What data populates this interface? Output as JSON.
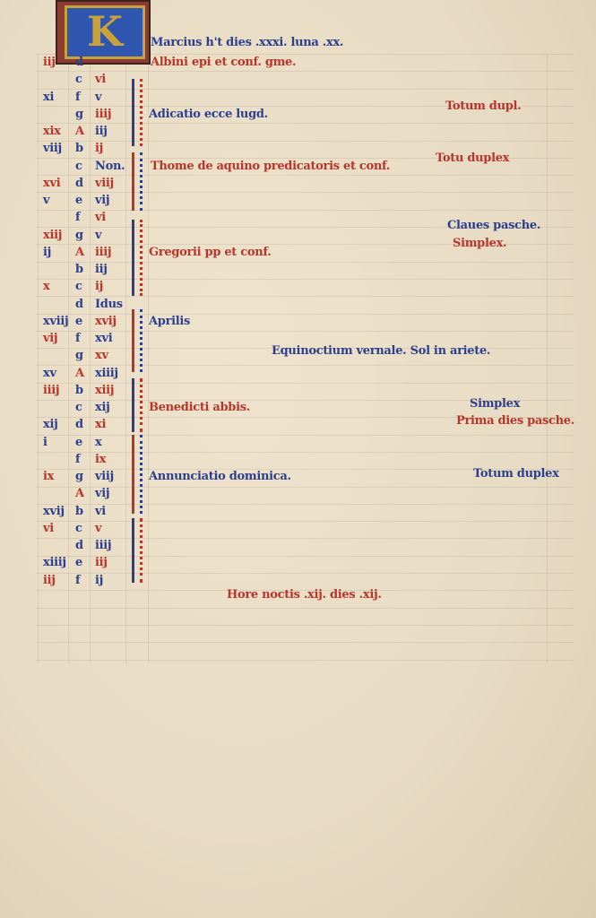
{
  "colors": {
    "red": "#b8352a",
    "blue": "#2c3f8f",
    "parchment": "#e9dcc5"
  },
  "initial": {
    "letter": "K"
  },
  "header": {
    "month_line": "Marcius h't dies .xxxi. luna .xx.",
    "kalends_feast": "Albini epi et conf. gme."
  },
  "rows": [
    {
      "golden": "iij",
      "gc": "red",
      "letter": "d",
      "day": "",
      "dc": "blue",
      "feast": "",
      "fc": "red"
    },
    {
      "golden": "",
      "gc": "blue",
      "letter": "c",
      "day": "vi",
      "dc": "red",
      "feast": "",
      "fc": "blue"
    },
    {
      "golden": "xi",
      "gc": "blue",
      "letter": "f",
      "day": "v",
      "dc": "blue",
      "feast": "",
      "fc": "blue"
    },
    {
      "golden": "",
      "gc": "blue",
      "letter": "g",
      "day": "iiij",
      "dc": "red",
      "feast": "Adicatio ecce lugd.",
      "fc": "blue"
    },
    {
      "golden": "xix",
      "gc": "red",
      "letter": "A",
      "day": "iij",
      "dc": "blue",
      "feast": "",
      "fc": "blue"
    },
    {
      "golden": "viij",
      "gc": "blue",
      "letter": "b",
      "day": "ij",
      "dc": "red",
      "feast": "",
      "fc": "blue"
    },
    {
      "golden": "",
      "gc": "blue",
      "letter": "c",
      "day": "Non.",
      "dc": "blue",
      "feast": "Thome de aquino predicatoris et conf.",
      "fc": "red"
    },
    {
      "golden": "xvi",
      "gc": "red",
      "letter": "d",
      "day": "viij",
      "dc": "red",
      "feast": "",
      "fc": "blue"
    },
    {
      "golden": "v",
      "gc": "blue",
      "letter": "e",
      "day": "vij",
      "dc": "blue",
      "feast": "",
      "fc": "blue"
    },
    {
      "golden": "",
      "gc": "blue",
      "letter": "f",
      "day": "vi",
      "dc": "red",
      "feast": "",
      "fc": "blue"
    },
    {
      "golden": "xiij",
      "gc": "red",
      "letter": "g",
      "day": "v",
      "dc": "blue",
      "feast": "",
      "fc": "blue"
    },
    {
      "golden": "ij",
      "gc": "blue",
      "letter": "A",
      "day": "iiij",
      "dc": "red",
      "feast": "Gregorii pp et conf.",
      "fc": "red"
    },
    {
      "golden": "",
      "gc": "blue",
      "letter": "b",
      "day": "iij",
      "dc": "blue",
      "feast": "",
      "fc": "blue"
    },
    {
      "golden": "x",
      "gc": "red",
      "letter": "c",
      "day": "ij",
      "dc": "red",
      "feast": "",
      "fc": "blue"
    },
    {
      "golden": "",
      "gc": "blue",
      "letter": "d",
      "day": "Idus",
      "dc": "blue",
      "feast": "",
      "fc": "blue"
    },
    {
      "golden": "xviij",
      "gc": "blue",
      "letter": "e",
      "day": "xvij",
      "dc": "red",
      "feast": "Aprilis",
      "fc": "blue"
    },
    {
      "golden": "vij",
      "gc": "red",
      "letter": "f",
      "day": "xvi",
      "dc": "blue",
      "feast": "",
      "fc": "blue"
    },
    {
      "golden": "",
      "gc": "blue",
      "letter": "g",
      "day": "xv",
      "dc": "red",
      "feast": "",
      "fc": "blue"
    },
    {
      "golden": "xv",
      "gc": "blue",
      "letter": "A",
      "day": "xiiij",
      "dc": "blue",
      "feast": "",
      "fc": "blue"
    },
    {
      "golden": "iiij",
      "gc": "red",
      "letter": "b",
      "day": "xiij",
      "dc": "red",
      "feast": "",
      "fc": "blue"
    },
    {
      "golden": "",
      "gc": "blue",
      "letter": "c",
      "day": "xij",
      "dc": "blue",
      "feast": "Benedicti abbis.",
      "fc": "red"
    },
    {
      "golden": "xij",
      "gc": "blue",
      "letter": "d",
      "day": "xi",
      "dc": "red",
      "feast": "",
      "fc": "blue"
    },
    {
      "golden": "i",
      "gc": "blue",
      "letter": "e",
      "day": "x",
      "dc": "blue",
      "feast": "",
      "fc": "blue"
    },
    {
      "golden": "",
      "gc": "blue",
      "letter": "f",
      "day": "ix",
      "dc": "red",
      "feast": "",
      "fc": "blue"
    },
    {
      "golden": "ix",
      "gc": "red",
      "letter": "g",
      "day": "viij",
      "dc": "blue",
      "feast": "Annunciatio dominica.",
      "fc": "blue"
    },
    {
      "golden": "",
      "gc": "blue",
      "letter": "A",
      "day": "vij",
      "dc": "blue",
      "feast": "",
      "fc": "blue"
    },
    {
      "golden": "xvij",
      "gc": "blue",
      "letter": "b",
      "day": "vi",
      "dc": "blue",
      "feast": "",
      "fc": "blue"
    },
    {
      "golden": "vi",
      "gc": "red",
      "letter": "c",
      "day": "v",
      "dc": "red",
      "feast": "",
      "fc": "blue"
    },
    {
      "golden": "",
      "gc": "blue",
      "letter": "d",
      "day": "iiij",
      "dc": "blue",
      "feast": "",
      "fc": "blue"
    },
    {
      "golden": "xiiij",
      "gc": "blue",
      "letter": "e",
      "day": "iij",
      "dc": "red",
      "feast": "",
      "fc": "blue"
    },
    {
      "golden": "iij",
      "gc": "red",
      "letter": "f",
      "day": "ij",
      "dc": "blue",
      "feast": "",
      "fc": "blue"
    }
  ],
  "equinox": "Equinoctium vernale. Sol in ariete.",
  "rank_notes": {
    "totum_dupl": "Totum dupl.",
    "totum_duplex_1": "Totu duplex",
    "claves_pasche": "Claues pasche.",
    "simplex_1": "Simplex.",
    "simplex_2": "Simplex",
    "prima_dies_pasche": "Prima dies pasche.",
    "totum_duplex_2": "Totum duplex"
  },
  "footer": "Hore noctis .xij. dies .xij."
}
